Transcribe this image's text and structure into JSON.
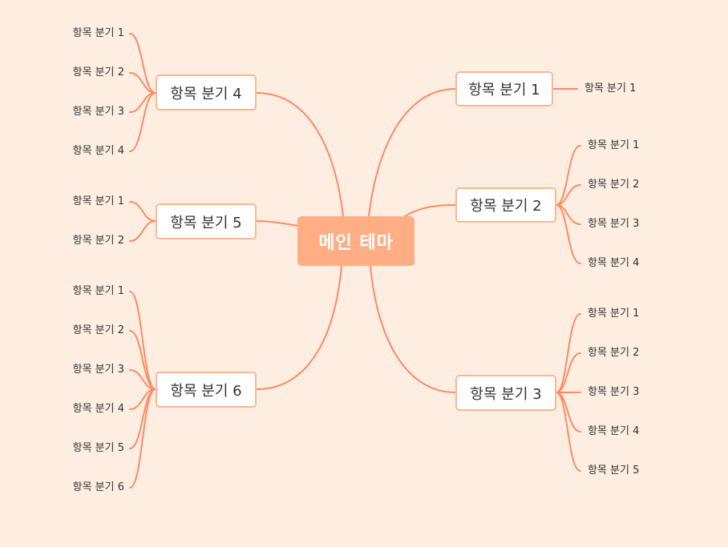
{
  "central": {
    "label": "메인 테마"
  },
  "colors": {
    "background": "#FEEEE2",
    "line": "#FF8A63",
    "central_fill": "#FFAD84",
    "branch_border": "#FFB78F"
  },
  "branches": [
    {
      "label": "항목 분기 1",
      "children": [
        "항목 분기 1"
      ]
    },
    {
      "label": "항목 분기 2",
      "children": [
        "항목 분기 1",
        "항목 분기 2",
        "항목 분기 3",
        "항목 분기 4"
      ]
    },
    {
      "label": "항목 분기 3",
      "children": [
        "항목 분기 1",
        "항목 분기 2",
        "항목 분기 3",
        "항목 분기 4",
        "항목 분기 5"
      ]
    },
    {
      "label": "항목 분기 4",
      "children": [
        "항목 분기 1",
        "항목 분기 2",
        "항목 분기 3",
        "항목 분기 4"
      ]
    },
    {
      "label": "항목 분기 5",
      "children": [
        "항목 분기 1",
        "항목 분기 2"
      ]
    },
    {
      "label": "항목 분기 6",
      "children": [
        "항목 분기 1",
        "항목 분기 2",
        "항목 분기 3",
        "항목 분기 4",
        "항목 분기 5",
        "항목 분기 6"
      ]
    }
  ]
}
